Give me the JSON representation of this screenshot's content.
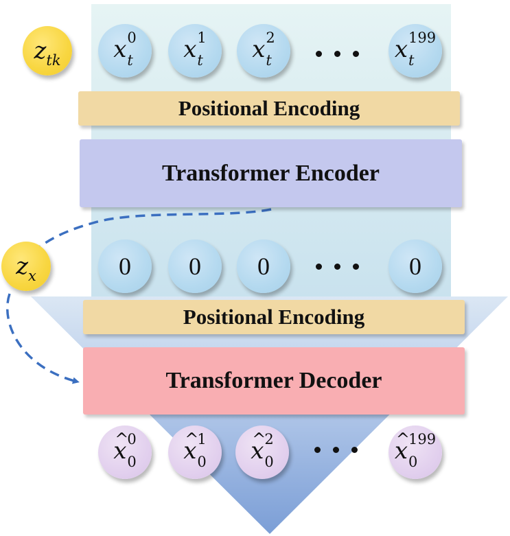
{
  "latents": {
    "z_tk": {
      "base": "z",
      "sub": "tk"
    },
    "z_x": {
      "base": "z",
      "sub": "x"
    }
  },
  "encoder": {
    "inputs": [
      {
        "base": "x",
        "sup": "0",
        "sub": "t"
      },
      {
        "base": "x",
        "sup": "1",
        "sub": "t"
      },
      {
        "base": "x",
        "sup": "2",
        "sub": "t"
      },
      {
        "base": "x",
        "sup": "199",
        "sub": "t"
      }
    ],
    "positional_label": "Positional Encoding",
    "block_label": "Transformer Encoder"
  },
  "decoder": {
    "query_tokens": [
      "0",
      "0",
      "0",
      "0"
    ],
    "positional_label": "Positional Encoding",
    "block_label": "Transformer Decoder",
    "outputs": [
      {
        "base": "x",
        "sup": "0",
        "sub": "0"
      },
      {
        "base": "x",
        "sup": "1",
        "sub": "0"
      },
      {
        "base": "x",
        "sup": "2",
        "sub": "0"
      },
      {
        "base": "x",
        "sup": "199",
        "sub": "0"
      }
    ]
  },
  "colors": {
    "encoder_panel": "#dcefef",
    "decoder_funnel": "#8aa9d8",
    "arrow": "#3b6fc0",
    "positional": "#f1d9a4",
    "encoder_block": "#c4c8ee",
    "decoder_block": "#f9aeb2",
    "input_node": "#b4d9ef",
    "output_node": "#e2d0ee",
    "latent_node": "#f8d640"
  }
}
